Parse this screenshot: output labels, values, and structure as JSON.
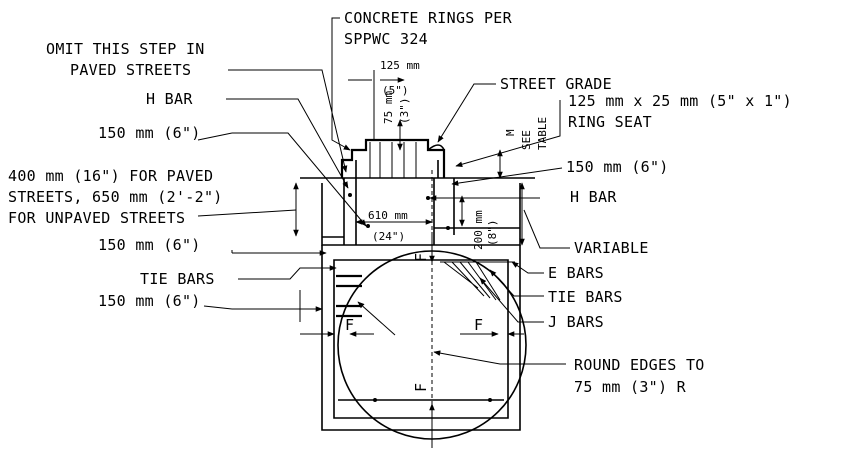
{
  "labels": {
    "concrete_rings": "CONCRETE RINGS PER",
    "sppwc": "SPPWC 324",
    "omit_step_1": "OMIT THIS STEP IN",
    "omit_step_2": "PAVED STREETS",
    "h_bar_left": "H BAR",
    "dim_150_6_a": "150 mm (6\")",
    "dim_400_1": "400 mm (16\") FOR PAVED",
    "dim_400_2": "STREETS, 650 mm (2'-2\")",
    "dim_400_3": "FOR UNPAVED STREETS",
    "dim_150_6_b": "150 mm (6\")",
    "tie_bars_left": "TIE BARS",
    "dim_150_6_c": "150 mm (6\")",
    "dim_125mm": "125 mm",
    "dim_5in": "(5\")",
    "dim_75mm": "75 mm",
    "dim_3in": "(3\")",
    "street_grade": "STREET GRADE",
    "ring_seat_1": "125 mm x 25 mm (5\" x 1\")",
    "ring_seat_2": "RING SEAT",
    "m": "M",
    "see": "SEE",
    "table": "TABLE",
    "dim_150_6_d": "150 mm (6\")",
    "h_bar_right": "H BAR",
    "dim_610mm": "610 mm",
    "dim_24in": "(24\")",
    "dim_200mm": "200 mm",
    "dim_8in": "(8\")",
    "variable": "VARIABLE",
    "e_bars": "E BARS",
    "tie_bars_right": "TIE BARS",
    "j_bars": "J BARS",
    "f_top": "F",
    "f_left": "F",
    "f_right": "F",
    "f_bottom": "F",
    "round_edges_1": "ROUND EDGES TO",
    "round_edges_2": "75 mm (3\") R"
  }
}
